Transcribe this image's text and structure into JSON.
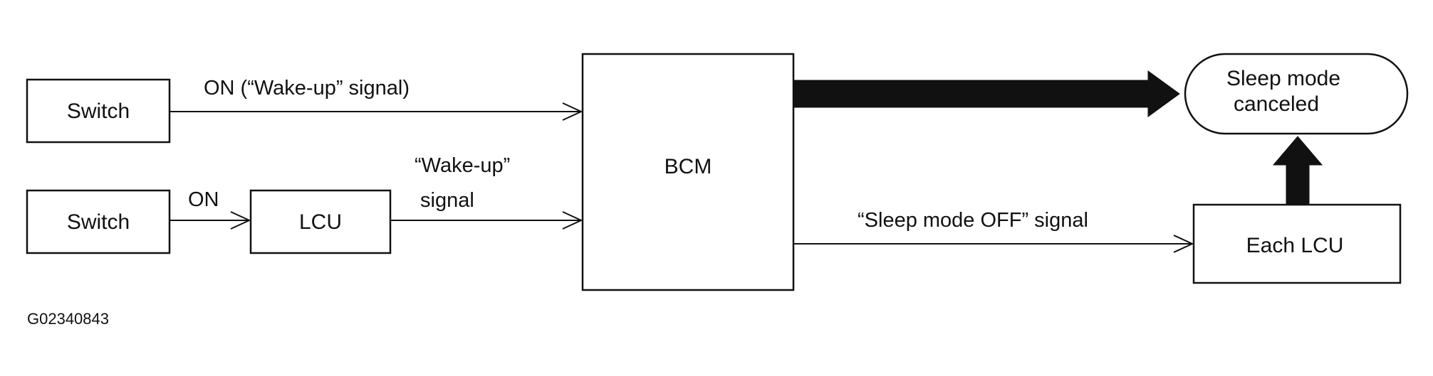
{
  "nodes": {
    "switch_top": "Switch",
    "switch_bottom": "Switch",
    "lcu": "LCU",
    "bcm": "BCM",
    "sleep_canceled_line1": "Sleep mode",
    "sleep_canceled_line2": "canceled",
    "each_lcu": "Each LCU"
  },
  "edges": {
    "switch_top_to_bcm": "ON (“Wake-up” signal)",
    "switch_bottom_to_lcu": "ON",
    "lcu_to_bcm_line1": "“Wake-up”",
    "lcu_to_bcm_line2": "signal",
    "bcm_to_each_lcu": "“Sleep mode OFF” signal"
  },
  "figure_id": "G02340843"
}
